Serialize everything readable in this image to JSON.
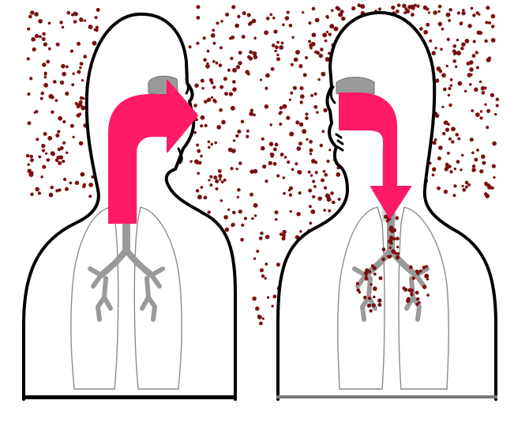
{
  "colors": {
    "background": "#ffffff",
    "outline": "#000000",
    "lung_outline": "#8c8c8c",
    "airway": "#9a9a9a",
    "arrow": "#ff1a66",
    "particle": "#7b1010"
  },
  "panels": [
    {
      "role": "exhale",
      "arrow_direction": "out-of-mouth"
    },
    {
      "role": "inhale",
      "arrow_direction": "into-lungs"
    }
  ]
}
